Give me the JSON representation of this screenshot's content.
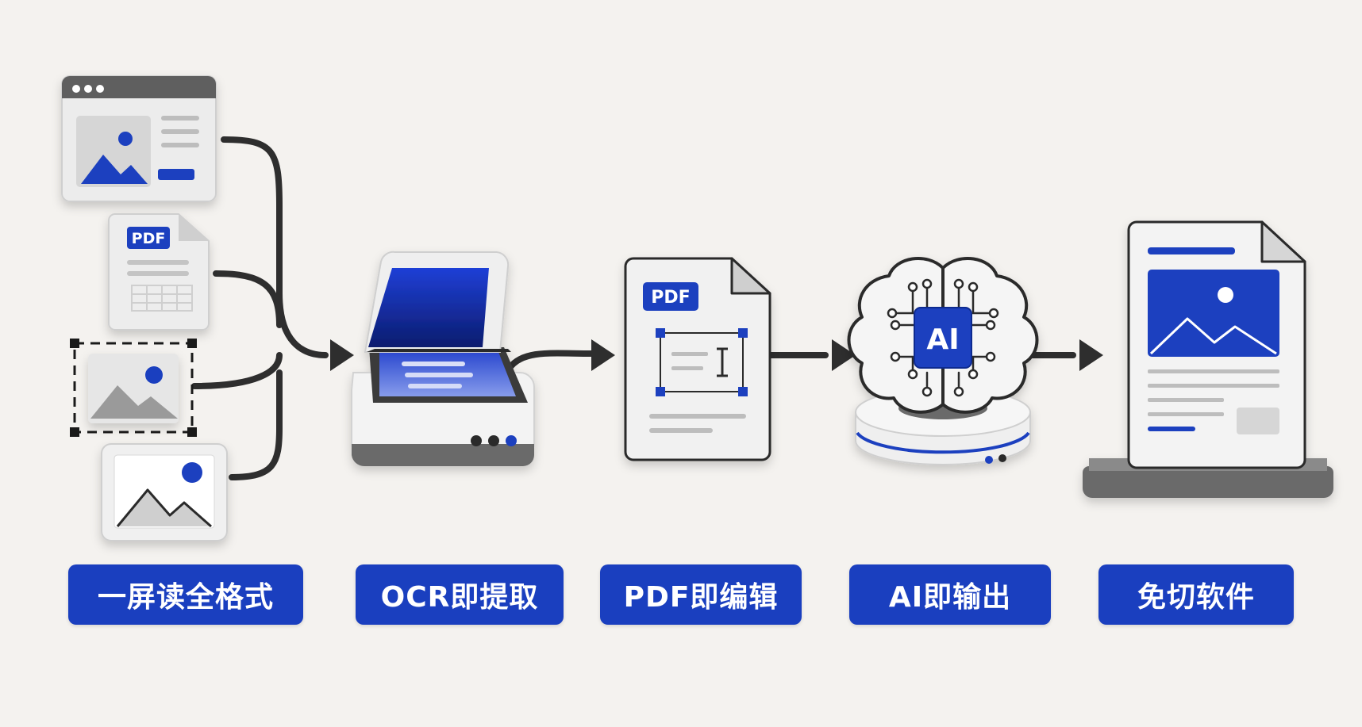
{
  "colors": {
    "background": "#f4f2ef",
    "accent_blue": "#1a3fbf",
    "dark_stroke": "#2b2b2b",
    "light_gray": "#ececec",
    "mid_gray": "#9a9a9a"
  },
  "icons": {
    "pdf_badge_small": "PDF",
    "pdf_badge_editor": "PDF",
    "ai_chip": "AI"
  },
  "steps": [
    {
      "label": "一屏读全格式"
    },
    {
      "label": "OCR即提取"
    },
    {
      "label": "PDF即编辑"
    },
    {
      "label": "AI即输出"
    },
    {
      "label": "免切软件"
    }
  ]
}
